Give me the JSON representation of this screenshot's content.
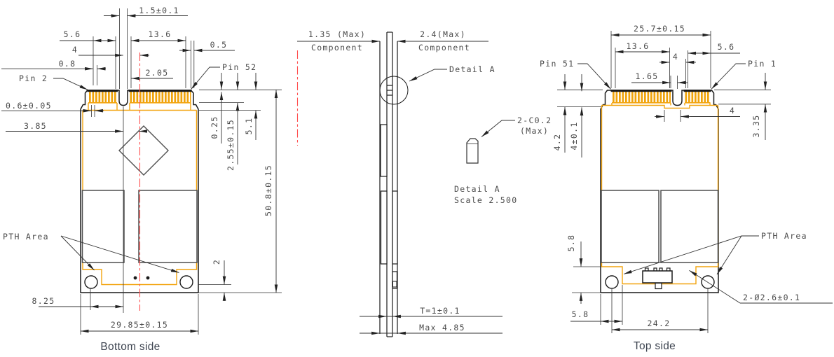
{
  "bottom_view": {
    "caption": "Bottom side",
    "pin_left": "Pin 2",
    "pin_right": "Pin 52",
    "pth": "PTH Area",
    "dims": {
      "notch": "1.5±0.1",
      "d5_6": "5.6",
      "d13_6": "13.6",
      "d4": "4",
      "d0_8": "0.8",
      "d2_05": "2.05",
      "d0_5": "0.5",
      "d0_6": "0.6±0.05",
      "d3_85": "3.85",
      "d0_25": "0.25",
      "d2_55": "2.55±0.15",
      "d5_1": "5.1",
      "d50_8": "50.8±0.15",
      "d2": "2",
      "d8_25": "8.25",
      "d29_85": "29.85±0.15"
    }
  },
  "side_view": {
    "comp_left_l1": "1.35 (Max)",
    "comp_left_l2": "Component",
    "comp_right_l1": "2.4(Max)",
    "comp_right_l2": "Component",
    "detail_callout": "Detail A",
    "thickness": "T=1±0.1",
    "max_height": "Max 4.85"
  },
  "detail_a": {
    "chamfer_l1": "2-C0.2",
    "chamfer_l2": "(Max)",
    "caption_l1": "Detail A",
    "caption_l2": "Scale 2.500"
  },
  "top_view": {
    "caption": "Top side",
    "pin_left": "Pin 51",
    "pin_right": "Pin 1",
    "pth": "PTH Area",
    "dims": {
      "d25_7": "25.7±0.15",
      "d13_6": "13.6",
      "d4_top": "4",
      "d5_6": "5.6",
      "d1_65": "1.65",
      "d4_mid": "4",
      "d3_35": "3.35",
      "d4_2": "4.2",
      "d4_tol": "4±0.1",
      "d5_8_v": "5.8",
      "d5_8_h": "5.8",
      "d24_2": "24.2",
      "d_holes": "2-Ø2.6±0.1"
    }
  },
  "colors": {
    "pcb_outline": "#f2a40f",
    "gold_fingers": "#f0a30a",
    "centerline": "#ff5050",
    "line": "#1a1a1a",
    "dim_text": "#4a4a4a",
    "caption_text": "#3d4450"
  }
}
